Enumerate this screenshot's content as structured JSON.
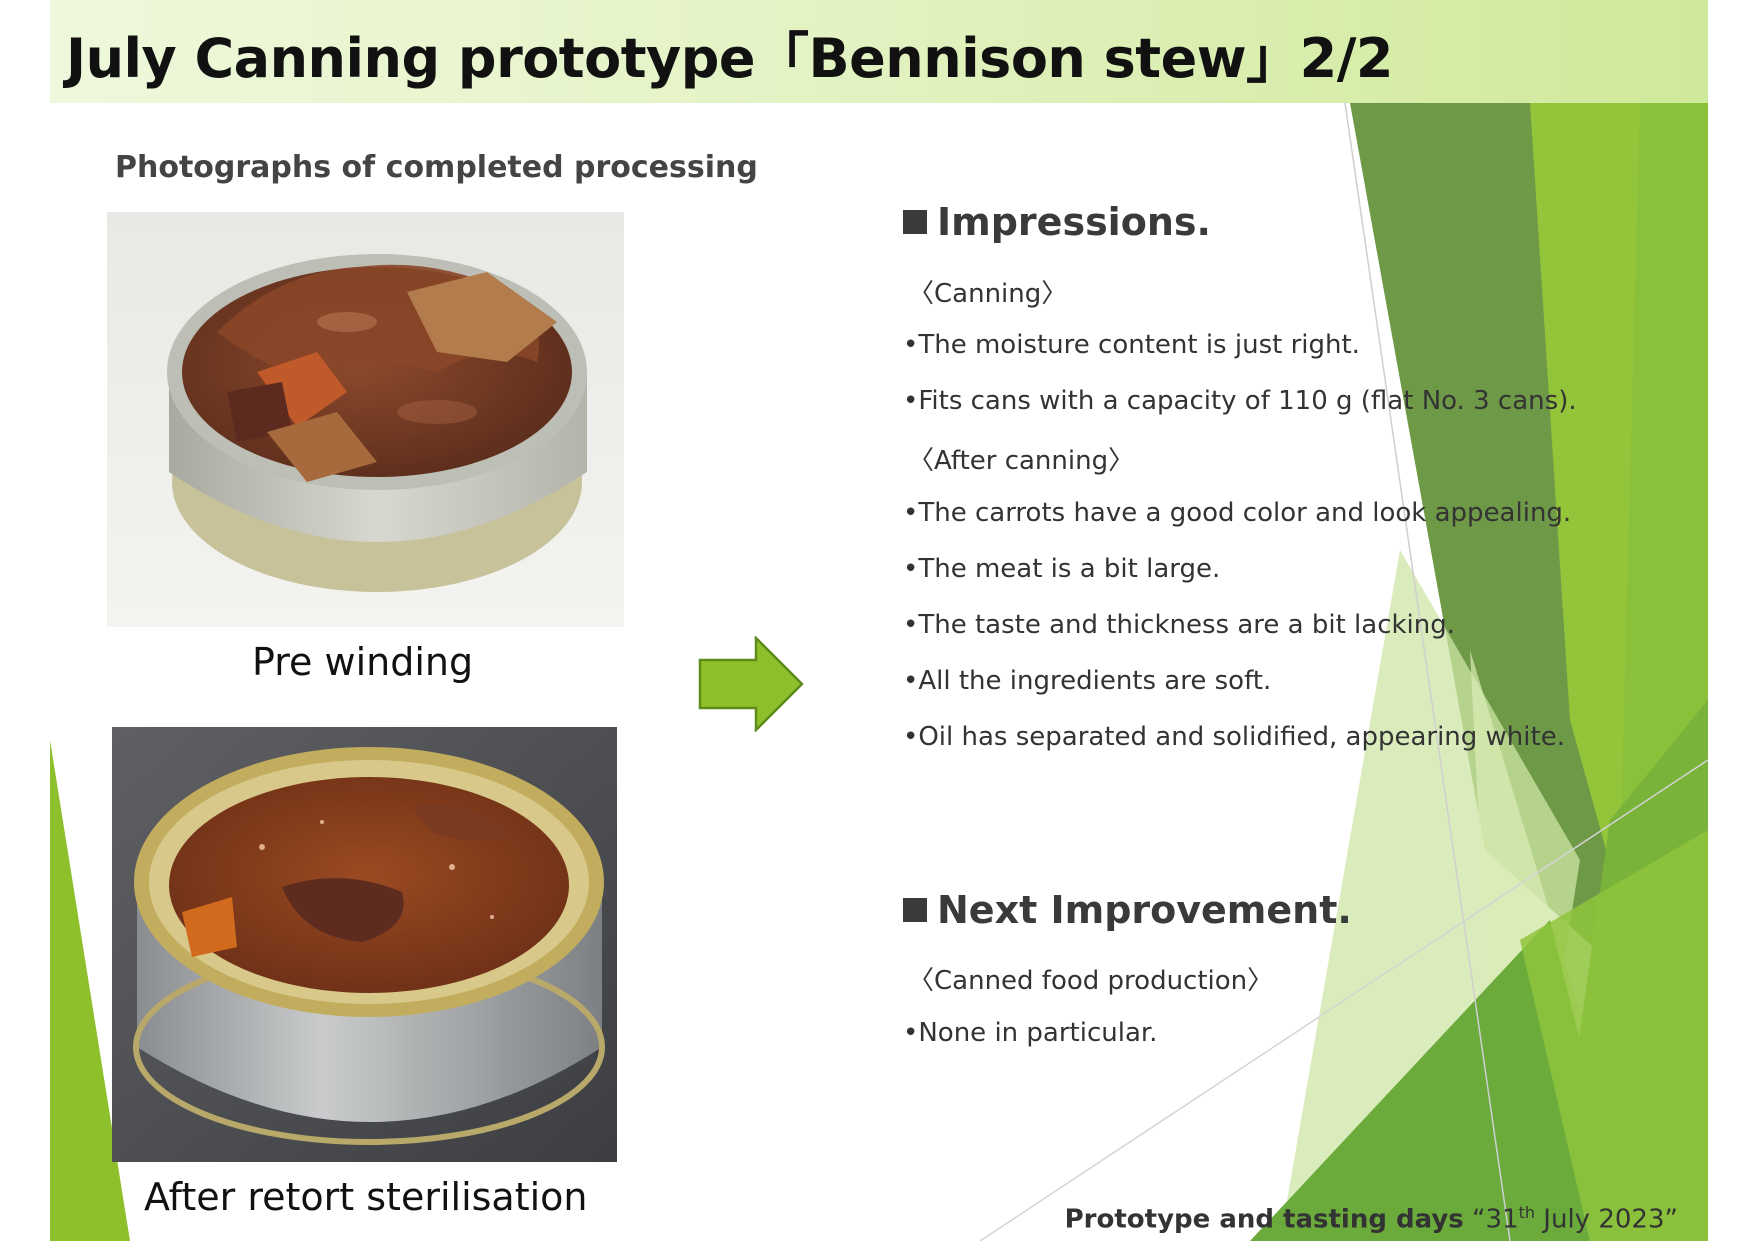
{
  "slide": {
    "title": "July Canning prototype「Bennison stew」2/2",
    "photos_heading": "Photographs of completed processing",
    "photos": [
      {
        "caption": "Pre winding",
        "icon": "opened-can-photo"
      },
      {
        "caption": "After retort sterilisation",
        "icon": "sealed-can-photo"
      }
    ],
    "arrow_icon": "right-arrow-icon",
    "impressions": {
      "heading": "Impressions.",
      "groups": [
        {
          "label": "〈Canning〉",
          "items": [
            "The moisture content is just right.",
            "Fits cans with a capacity of 110 g (flat No. 3 cans)."
          ]
        },
        {
          "label": "〈After canning〉",
          "items": [
            "The carrots have a good color and look appealing.",
            "The meat is a bit large.",
            "The taste and thickness are a bit lacking.",
            "All the ingredients are soft.",
            "Oil has separated and solidified, appearing white."
          ]
        }
      ]
    },
    "next_improvement": {
      "heading": "Next Improvement.",
      "groups": [
        {
          "label": "〈Canned food production〉",
          "items": [
            "None in particular."
          ]
        }
      ]
    },
    "bullet_char": "•",
    "footer": {
      "label": "Prototype and tasting days",
      "open_quote": "“",
      "day": "31",
      "day_suffix": "th",
      "month_year": " July 2023",
      "close_quote": "”"
    },
    "colors": {
      "accent_green": "#8dc02a",
      "dark_green": "#4e8a2c",
      "title_bar": "#d8eeb0"
    }
  }
}
